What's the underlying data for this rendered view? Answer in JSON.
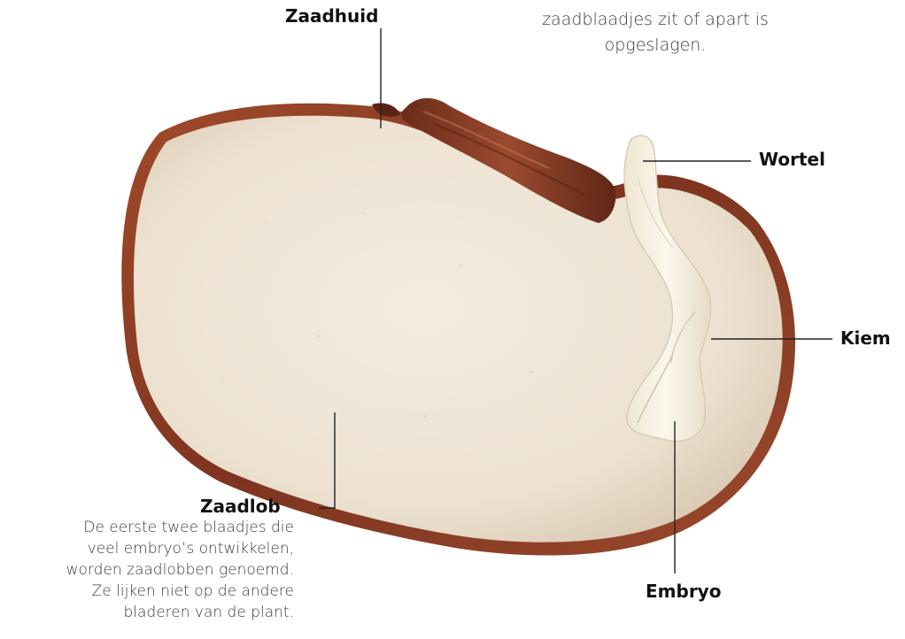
{
  "top_note": {
    "lines": [
      "zaadblaadjes zit of apart is",
      "opgeslagen."
    ]
  },
  "labels": {
    "zaadhuid": "Zaadhuid",
    "wortel": "Wortel",
    "kiem": "Kiem",
    "embryo": "Embryo",
    "zaadlob": "Zaadlob"
  },
  "zaadlob_description": {
    "lines": [
      "De eerste twee blaadjes die",
      "veel embryo’s ontwikkelen,",
      "worden zaadlobben genoemd.",
      "Ze lijken niet op de andere",
      "bladeren van de plant."
    ]
  },
  "colors": {
    "seed_coat": "#8a3a22",
    "cotyledon": "#efe5d6",
    "embryo": "#f7f1e4",
    "leader_line": "#222222"
  }
}
